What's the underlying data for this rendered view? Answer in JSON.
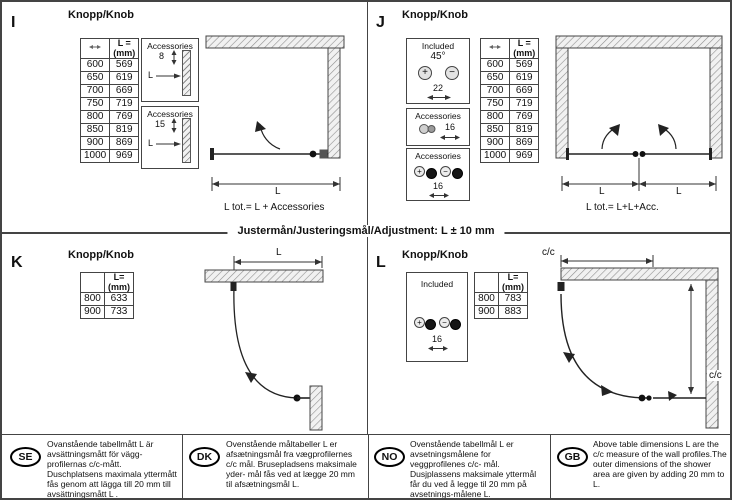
{
  "adjustment_note": "Justermån/Justeringsmål/Adjustment: L ± 10 mm",
  "icons": {
    "plus": "+",
    "minus": "−"
  },
  "section_i": {
    "id": "I",
    "title": "Knopp/Knob",
    "table": {
      "header_l": "L =",
      "header_mm": "(mm)",
      "rows": [
        {
          "w": "600",
          "l": "569"
        },
        {
          "w": "650",
          "l": "619"
        },
        {
          "w": "700",
          "l": "669"
        },
        {
          "w": "750",
          "l": "719"
        },
        {
          "w": "800",
          "l": "769"
        },
        {
          "w": "850",
          "l": "819"
        },
        {
          "w": "900",
          "l": "869"
        },
        {
          "w": "1000",
          "l": "969"
        }
      ]
    },
    "acc1": {
      "title": "Accessories",
      "value": "8",
      "dim_label": "L"
    },
    "acc2": {
      "title": "Accessories",
      "value": "15",
      "dim_label": "L"
    },
    "dim_label": "L",
    "caption": "L tot.= L + Accessories"
  },
  "section_j": {
    "id": "J",
    "title": "Knopp/Knob",
    "included": {
      "title": "Included",
      "angle": "45°",
      "value": "22"
    },
    "acc1": {
      "title": "Accessories",
      "value": "16"
    },
    "acc2": {
      "title": "Accessories",
      "value": "16"
    },
    "table": {
      "header_l": "L =",
      "header_mm": "(mm)",
      "rows": [
        {
          "w": "600",
          "l": "569"
        },
        {
          "w": "650",
          "l": "619"
        },
        {
          "w": "700",
          "l": "669"
        },
        {
          "w": "750",
          "l": "719"
        },
        {
          "w": "800",
          "l": "769"
        },
        {
          "w": "850",
          "l": "819"
        },
        {
          "w": "900",
          "l": "869"
        },
        {
          "w": "1000",
          "l": "969"
        }
      ]
    },
    "dim_label_1": "L",
    "dim_label_2": "L",
    "caption": "L tot.= L+L+Acc."
  },
  "section_k": {
    "id": "K",
    "title": "Knopp/Knob",
    "table": {
      "header_l": "L=",
      "header_mm": "(mm)",
      "rows": [
        {
          "w": "800",
          "l": "633"
        },
        {
          "w": "900",
          "l": "733"
        }
      ]
    },
    "dim_label": "L"
  },
  "section_l": {
    "id": "L",
    "title": "Knopp/Knob",
    "included": {
      "title": "Included",
      "value": "16"
    },
    "table": {
      "header_l": "L=",
      "header_mm": "(mm)",
      "rows": [
        {
          "w": "800",
          "l": "783"
        },
        {
          "w": "900",
          "l": "883"
        }
      ]
    },
    "dim_top": "c/c",
    "dim_right": "c/c"
  },
  "footer": [
    {
      "lang": "SE",
      "text": "Ovanstående tabellmått L är avsättningsmått för vägg-profilernas c/c-mått. Duschplatsens maximala yttermått fås genom att lägga till 20 mm till avsättningsmått L ."
    },
    {
      "lang": "DK",
      "text": "Ovenstående måltabeller L er afsætningsmål fra vægprofilernes c/c mål. Brusepladsens maksimale yder- mål fås ved at lægge 20 mm til afsætningsmål L."
    },
    {
      "lang": "NO",
      "text": "Ovenstående tabellmål L er avsetningsmålene for veggprofilenes c/c- mål. Dusjplassens maksimale yttermål får du ved å legge til 20 mm på avsetnings-målene L."
    },
    {
      "lang": "GB",
      "text": "Above table dimensions L are the c/c measure of the wall profiles.The outer dimensions of the shower area are given by adding 20 mm to L."
    }
  ]
}
